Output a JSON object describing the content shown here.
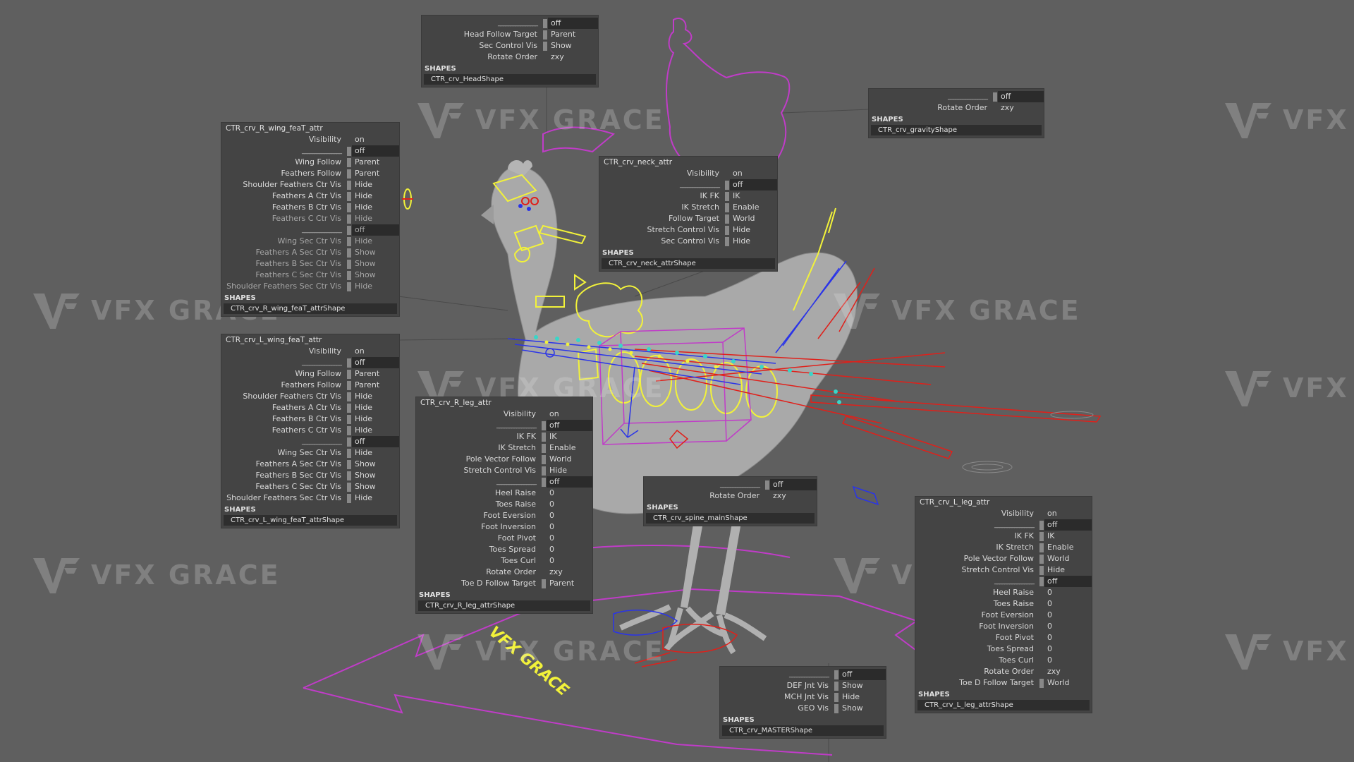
{
  "colors": {
    "background": "#5f5f5f",
    "panel": "#444444",
    "rig_yellow": "#f2f23a",
    "rig_red": "#e0201a",
    "rig_blue": "#2a34e8",
    "rig_magenta": "#c03cc8",
    "rig_cyan": "#39d6c8"
  },
  "watermark": {
    "text": "VFX GRACE",
    "icon": "vfx-grace-logo-icon"
  },
  "stray_text": "VFX GRACE",
  "panels": [
    {
      "id": "head",
      "title": "",
      "rows": [
        {
          "label": "________________",
          "value": "off",
          "hl": true,
          "mark": true
        },
        {
          "label": "Head Follow Target",
          "value": "Parent",
          "mark": true
        },
        {
          "label": "Sec Control Vis",
          "value": "Show",
          "mark": true
        },
        {
          "label": "Rotate Order",
          "value": "zxy",
          "mark": false
        }
      ],
      "shapes_label": "SHAPES",
      "shape": "CTR_crv_HeadShape"
    },
    {
      "id": "gravity",
      "title": "",
      "rows": [
        {
          "label": "________________",
          "value": "off",
          "hl": true,
          "mark": true
        },
        {
          "label": "Rotate Order",
          "value": "zxy",
          "mark": false
        }
      ],
      "shapes_label": "SHAPES",
      "shape": "CTR_crv_gravityShape"
    },
    {
      "id": "r_wing",
      "title": "CTR_crv_R_wing_feaT_attr",
      "rows": [
        {
          "label": "Visibility",
          "value": "on",
          "mark": false
        },
        {
          "label": "________________",
          "value": "off",
          "hl": true,
          "mark": true
        },
        {
          "label": "Wing Follow",
          "value": "Parent",
          "mark": true
        },
        {
          "label": "Feathers Follow",
          "value": "Parent",
          "mark": true
        },
        {
          "label": "Shoulder Feathers Ctr Vis",
          "value": "Hide",
          "mark": true
        },
        {
          "label": "Feathers A Ctr Vis",
          "value": "Hide",
          "mark": true
        },
        {
          "label": "Feathers B Ctr Vis",
          "value": "Hide",
          "mark": true
        },
        {
          "label": "Feathers C Ctr Vis",
          "value": "Hide",
          "mark": true,
          "dim": true
        },
        {
          "label": "________________",
          "value": "off",
          "hl": true,
          "mark": true,
          "dim": true
        },
        {
          "label": "Wing Sec Ctr Vis",
          "value": "Hide",
          "mark": true,
          "dim": true
        },
        {
          "label": "Feathers A Sec Ctr Vis",
          "value": "Show",
          "mark": true,
          "dim": true
        },
        {
          "label": "Feathers B Sec Ctr Vis",
          "value": "Show",
          "mark": true,
          "dim": true
        },
        {
          "label": "Feathers C Sec Ctr Vis",
          "value": "Show",
          "mark": true,
          "dim": true
        },
        {
          "label": "Shoulder Feathers Sec Ctr Vis",
          "value": "Hide",
          "mark": true,
          "dim": true
        }
      ],
      "shapes_label": "SHAPES",
      "shape": "CTR_crv_R_wing_feaT_attrShape"
    },
    {
      "id": "l_wing",
      "title": "CTR_crv_L_wing_feaT_attr",
      "rows": [
        {
          "label": "Visibility",
          "value": "on",
          "mark": false
        },
        {
          "label": "________________",
          "value": "off",
          "hl": true,
          "mark": true
        },
        {
          "label": "Wing Follow",
          "value": "Parent",
          "mark": true
        },
        {
          "label": "Feathers Follow",
          "value": "Parent",
          "mark": true
        },
        {
          "label": "Shoulder Feathers Ctr Vis",
          "value": "Hide",
          "mark": true
        },
        {
          "label": "Feathers A Ctr Vis",
          "value": "Hide",
          "mark": true
        },
        {
          "label": "Feathers B Ctr Vis",
          "value": "Hide",
          "mark": true
        },
        {
          "label": "Feathers C Ctr Vis",
          "value": "Hide",
          "mark": true
        },
        {
          "label": "________________",
          "value": "off",
          "hl": true,
          "mark": true
        },
        {
          "label": "Wing Sec Ctr Vis",
          "value": "Hide",
          "mark": true
        },
        {
          "label": "Feathers A Sec Ctr Vis",
          "value": "Show",
          "mark": true
        },
        {
          "label": "Feathers B Sec Ctr Vis",
          "value": "Show",
          "mark": true
        },
        {
          "label": "Feathers C Sec Ctr Vis",
          "value": "Show",
          "mark": true
        },
        {
          "label": "Shoulder Feathers Sec Ctr Vis",
          "value": "Hide",
          "mark": true
        }
      ],
      "shapes_label": "SHAPES",
      "shape": "CTR_crv_L_wing_feaT_attrShape"
    },
    {
      "id": "neck",
      "title": "CTR_crv_neck_attr",
      "rows": [
        {
          "label": "Visibility",
          "value": "on",
          "mark": false
        },
        {
          "label": "________________",
          "value": "off",
          "hl": true,
          "mark": true
        },
        {
          "label": "IK FK",
          "value": "IK",
          "mark": true
        },
        {
          "label": "IK Stretch",
          "value": "Enable",
          "mark": true
        },
        {
          "label": "Follow Target",
          "value": "World",
          "mark": true
        },
        {
          "label": "Stretch Control Vis",
          "value": "Hide",
          "mark": true
        },
        {
          "label": "Sec Control Vis",
          "value": "Hide",
          "mark": true
        }
      ],
      "shapes_label": "SHAPES",
      "shape": "CTR_crv_neck_attrShape"
    },
    {
      "id": "r_leg",
      "title": "CTR_crv_R_leg_attr",
      "rows": [
        {
          "label": "Visibility",
          "value": "on",
          "mark": false
        },
        {
          "label": "________________",
          "value": "off",
          "hl": true,
          "mark": true
        },
        {
          "label": "IK FK",
          "value": "IK",
          "mark": true
        },
        {
          "label": "IK Stretch",
          "value": "Enable",
          "mark": true
        },
        {
          "label": "Pole Vector Follow",
          "value": "World",
          "mark": true
        },
        {
          "label": "Stretch Control Vis",
          "value": "Hide",
          "mark": true
        },
        {
          "label": "________________",
          "value": "off",
          "hl": true,
          "mark": true
        },
        {
          "label": "Heel Raise",
          "value": "0",
          "mark": false
        },
        {
          "label": "Toes Raise",
          "value": "0",
          "mark": false
        },
        {
          "label": "Foot Eversion",
          "value": "0",
          "mark": false
        },
        {
          "label": "Foot Inversion",
          "value": "0",
          "mark": false
        },
        {
          "label": "Foot Pivot",
          "value": "0",
          "mark": false
        },
        {
          "label": "Toes Spread",
          "value": "0",
          "mark": false
        },
        {
          "label": "Toes Curl",
          "value": "0",
          "mark": false
        },
        {
          "label": "Rotate Order",
          "value": "zxy",
          "mark": false
        },
        {
          "label": "Toe D Follow Target",
          "value": "Parent",
          "mark": true
        }
      ],
      "shapes_label": "SHAPES",
      "shape": "CTR_crv_R_leg_attrShape"
    },
    {
      "id": "spine",
      "title": "",
      "rows": [
        {
          "label": "________________",
          "value": "off",
          "hl": true,
          "mark": true
        },
        {
          "label": "Rotate Order",
          "value": "zxy",
          "mark": false
        }
      ],
      "shapes_label": "SHAPES",
      "shape": "CTR_crv_spine_mainShape"
    },
    {
      "id": "l_leg",
      "title": "CTR_crv_L_leg_attr",
      "rows": [
        {
          "label": "Visibility",
          "value": "on",
          "mark": false
        },
        {
          "label": "________________",
          "value": "off",
          "hl": true,
          "mark": true
        },
        {
          "label": "IK FK",
          "value": "IK",
          "mark": true
        },
        {
          "label": "IK Stretch",
          "value": "Enable",
          "mark": true
        },
        {
          "label": "Pole Vector Follow",
          "value": "World",
          "mark": true
        },
        {
          "label": "Stretch Control Vis",
          "value": "Hide",
          "mark": true
        },
        {
          "label": "________________",
          "value": "off",
          "hl": true,
          "mark": true
        },
        {
          "label": "Heel Raise",
          "value": "0",
          "mark": false
        },
        {
          "label": "Toes Raise",
          "value": "0",
          "mark": false
        },
        {
          "label": "Foot Eversion",
          "value": "0",
          "mark": false
        },
        {
          "label": "Foot Inversion",
          "value": "0",
          "mark": false
        },
        {
          "label": "Foot Pivot",
          "value": "0",
          "mark": false
        },
        {
          "label": "Toes Spread",
          "value": "0",
          "mark": false
        },
        {
          "label": "Toes Curl",
          "value": "0",
          "mark": false
        },
        {
          "label": "Rotate Order",
          "value": "zxy",
          "mark": false
        },
        {
          "label": "Toe D Follow Target",
          "value": "World",
          "mark": true
        }
      ],
      "shapes_label": "SHAPES",
      "shape": "CTR_crv_L_leg_attrShape"
    },
    {
      "id": "master",
      "title": "",
      "rows": [
        {
          "label": "________________",
          "value": "off",
          "hl": true,
          "mark": true
        },
        {
          "label": "DEF Jnt Vis",
          "value": "Show",
          "mark": true
        },
        {
          "label": "MCH Jnt Vis",
          "value": "Hide",
          "mark": true
        },
        {
          "label": "GEO Vis",
          "value": "Show",
          "mark": true
        }
      ],
      "shapes_label": "SHAPES",
      "shape": "CTR_crv_MASTERShape"
    }
  ]
}
